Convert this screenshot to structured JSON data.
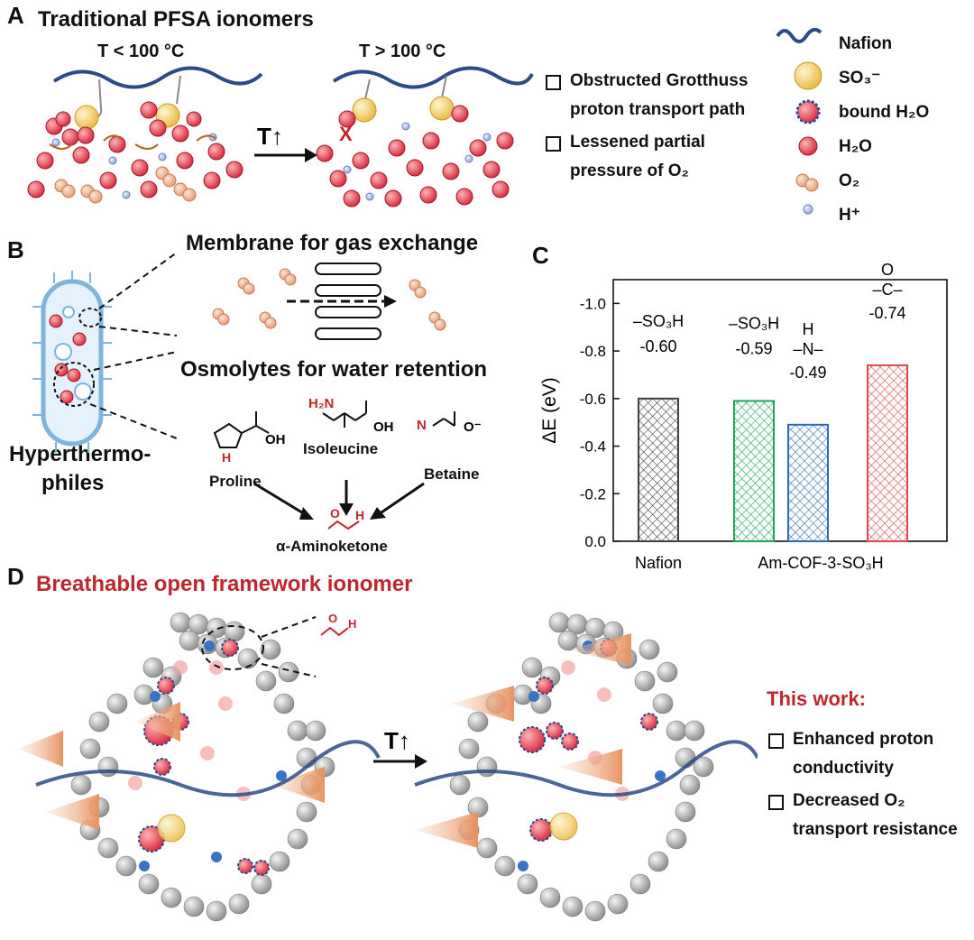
{
  "panel_a": {
    "label": "A",
    "title": "Traditional PFSA ionomers",
    "left_condition": "T < 100 °C",
    "right_condition": "T > 100 °C",
    "arrow_label": "T↑",
    "checks": [
      {
        "line1": "Obstructed Grotthuss",
        "line2": "proton transport path"
      },
      {
        "line1": "Lessened partial",
        "line2": "pressure of O₂"
      }
    ],
    "legend": [
      {
        "label": "Nafion",
        "icon": "nafion-chain-icon"
      },
      {
        "label": "SO₃⁻",
        "icon": "sulfonate-icon"
      },
      {
        "label": "bound H₂O",
        "icon": "bound-water-icon"
      },
      {
        "label": "H₂O",
        "icon": "water-icon"
      },
      {
        "label": "O₂",
        "icon": "oxygen-icon"
      },
      {
        "label": "H⁺",
        "icon": "proton-icon"
      }
    ]
  },
  "panel_b": {
    "label": "B",
    "gas_title": "Membrane for gas exchange",
    "water_title": "Osmolytes for water retention",
    "organism_line1": "Hyperthermo-",
    "organism_line2": "philes",
    "molecules": {
      "proline": "Proline",
      "isoleucine": "Isoleucine",
      "betaine": "Betaine",
      "aminoketone": "α-Aminoketone"
    }
  },
  "panel_c": {
    "label": "C",
    "chart_data": {
      "type": "bar",
      "categories": [
        "Nafion",
        "Am-COF-3-SO₃H"
      ],
      "ylabel": "ΔE (eV)",
      "ylim": [
        0,
        -1.1
      ],
      "yticks": [
        "0.0",
        "-0.2",
        "-0.4",
        "-0.6",
        "-0.8",
        "-1.0"
      ],
      "bars": [
        {
          "group": "Nafion",
          "value": -0.6,
          "label": "-0.60",
          "group_label": "–SO₃H",
          "color": "#404040"
        },
        {
          "group": "Am-COF-3-SO₃H",
          "value": -0.59,
          "label": "-0.59",
          "group_label": "–SO₃H",
          "color": "#1fa45b"
        },
        {
          "group": "Am-COF-3-SO₃H",
          "value": -0.49,
          "label": "-0.49",
          "group_label": "H / –N–",
          "color": "#2f6ab5"
        },
        {
          "group": "Am-COF-3-SO₃H",
          "value": -0.74,
          "label": "-0.74",
          "group_label": "O / –C–",
          "color": "#e0474c"
        }
      ]
    }
  },
  "panel_d": {
    "label": "D",
    "title": "Breathable open framework ionomer",
    "arrow_label": "T↑",
    "this_work": "This work:",
    "checks": [
      {
        "line1": "Enhanced proton",
        "line2": "conductivity"
      },
      {
        "line1": "Decreased O₂",
        "line2": "transport resistance"
      }
    ]
  },
  "colors": {
    "accent_red": "#c0272d",
    "nafion_blue": "#2b4a86"
  }
}
